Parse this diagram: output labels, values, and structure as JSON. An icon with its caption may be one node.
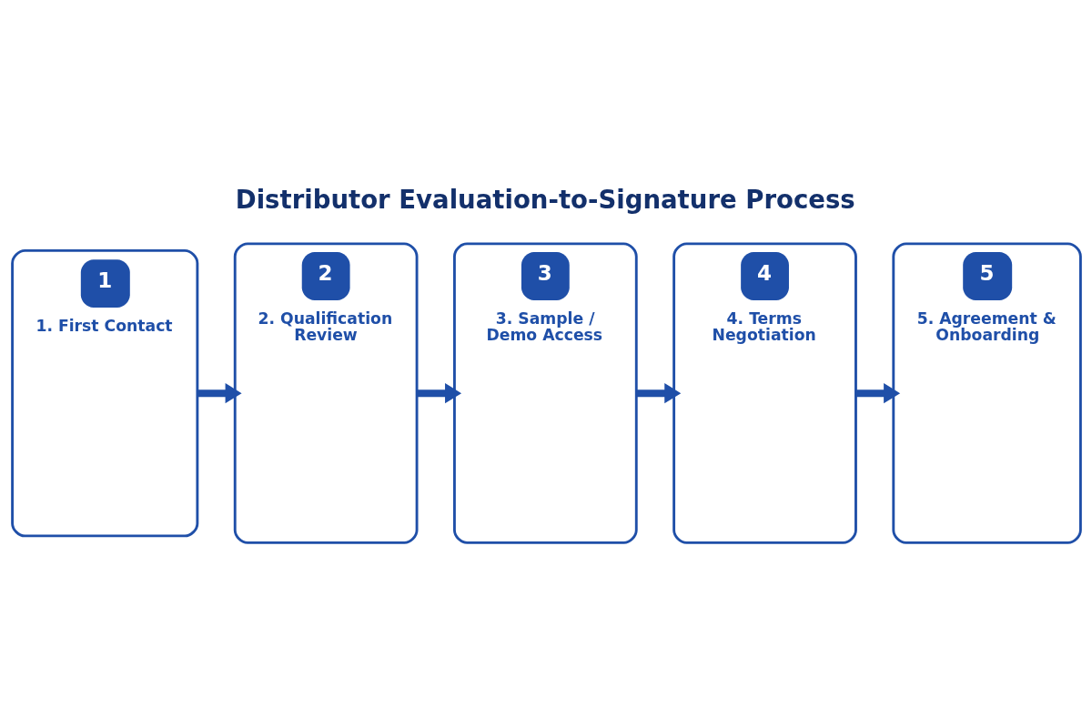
{
  "diagram": {
    "title": "Distributor Evaluation-to-Signature Process",
    "nodes": [
      {
        "text": [
          "1",
          "1. First Contact"
        ]
      },
      {
        "text": [
          "2",
          "2. Qualification Review"
        ]
      },
      {
        "text": [
          "3",
          "3. Sample / Demo Access"
        ]
      },
      {
        "text": [
          "4",
          "4. Terms Negotiation"
        ]
      },
      {
        "text": [
          "5",
          "5. Agreement & Onboarding"
        ]
      }
    ],
    "edges": [
      {
        "from": 0,
        "to": 1,
        "arrow": "to"
      },
      {
        "from": 1,
        "to": 2,
        "arrow": "to"
      },
      {
        "from": 2,
        "to": 3,
        "arrow": "to"
      },
      {
        "from": 3,
        "to": 4,
        "arrow": "to"
      }
    ]
  }
}
